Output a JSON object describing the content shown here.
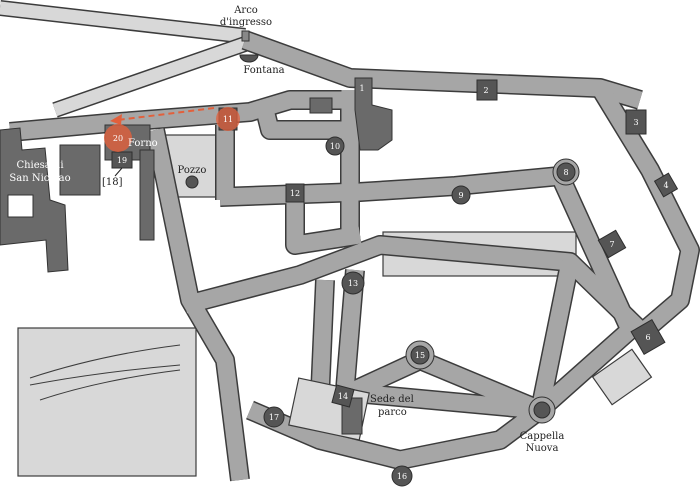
{
  "map": {
    "labels": {
      "arco_1": "Arco",
      "arco_2": "d'ingresso",
      "fontana": "Fontana",
      "chiesa_1": "Chiesa di",
      "chiesa_2": "San Nicolao",
      "forno": "Forno",
      "ref18": "[18]",
      "pozzo": "Pozzo",
      "sede_1": "Sede del",
      "sede_2": "parco",
      "cappella_1": "Cappella",
      "cappella_2": "Nuova"
    },
    "markers": {
      "m1": "1",
      "m2": "2",
      "m3": "3",
      "m4": "4",
      "m6": "6",
      "m7": "7",
      "m8": "8",
      "m9": "9",
      "m10": "10",
      "m11": "11",
      "m12": "12",
      "m13": "13",
      "m14": "14",
      "m15": "15",
      "m16": "16",
      "m17": "17",
      "m19": "19",
      "m20": "20"
    },
    "highlight_color": "#e2603c",
    "route": {
      "from": "11",
      "to": "20"
    }
  }
}
